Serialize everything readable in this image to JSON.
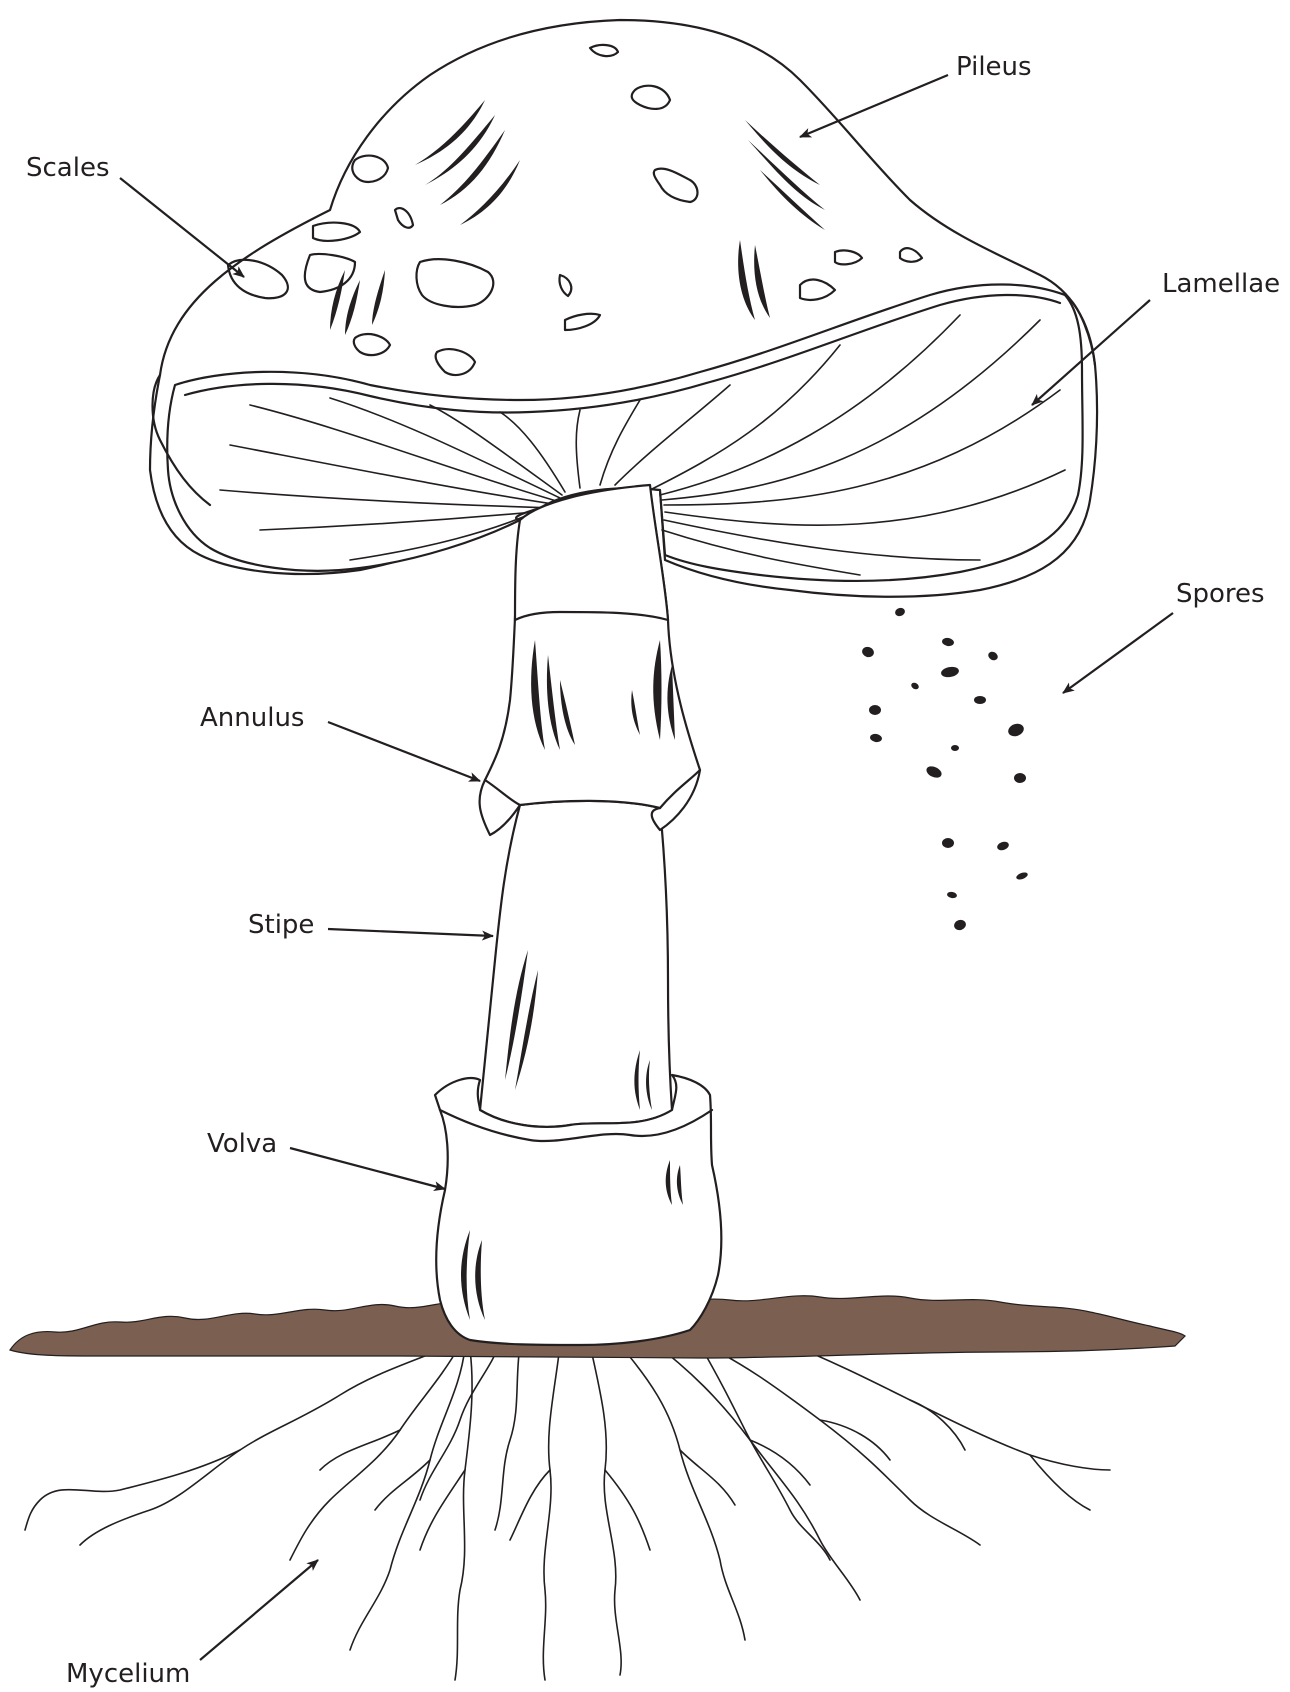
{
  "labels": {
    "pileus": "Pileus",
    "scales": "Scales",
    "lamellae": "Lamellae",
    "spores": "Spores",
    "annulus": "Annulus",
    "stipe": "Stipe",
    "volva": "Volva",
    "mycelium": "Mycelium"
  },
  "colors": {
    "ink": "#231f20",
    "soil": "#7b5f50",
    "background": "#ffffff"
  }
}
